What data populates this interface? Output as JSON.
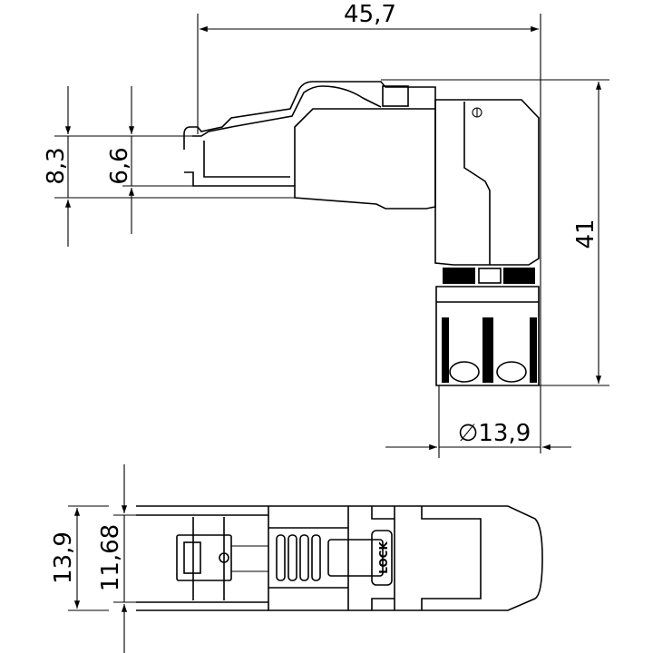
{
  "drawing": {
    "title": "Angled RJ45 field plug dimension drawing",
    "dimensions": {
      "overall_length": "45,7",
      "overall_height": "41",
      "plug_height_outer": "8,3",
      "plug_height_inner": "6,6",
      "cable_diameter": "∅13,9",
      "bottom_width_outer": "13,9",
      "bottom_width_inner": "11,68"
    },
    "labels": {
      "lock": "LOCK"
    },
    "line_color": "#000000",
    "background": "#ffffff"
  }
}
